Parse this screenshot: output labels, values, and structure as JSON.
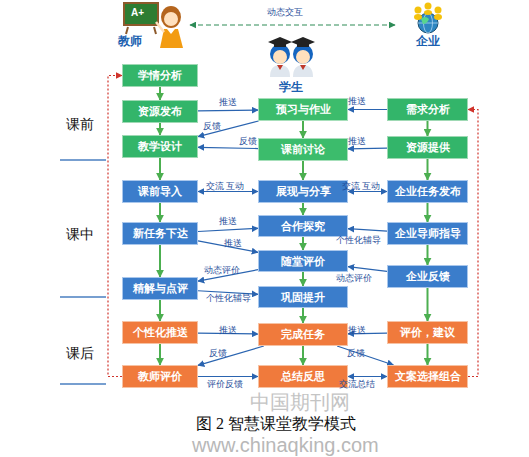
{
  "diagram": {
    "caption": "图 2 智慧课堂教学模式",
    "nodes": [
      {
        "text": [
          "教师"
        ]
      },
      {
        "text": [
          "企业"
        ]
      },
      {
        "text": [
          "学生"
        ]
      },
      {
        "text": [
          "学情分析"
        ]
      },
      {
        "text": [
          "资源发布"
        ]
      },
      {
        "text": [
          "预习与作业"
        ]
      },
      {
        "text": [
          "需求分析"
        ]
      },
      {
        "text": [
          "教学设计"
        ]
      },
      {
        "text": [
          "课前讨论"
        ]
      },
      {
        "text": [
          "资源提供"
        ]
      },
      {
        "text": [
          "课前导入"
        ]
      },
      {
        "text": [
          "展现与分享"
        ]
      },
      {
        "text": [
          "企业任务发布"
        ]
      },
      {
        "text": [
          "合作探究"
        ]
      },
      {
        "text": [
          "新任务下达"
        ]
      },
      {
        "text": [
          "企业导师指导"
        ]
      },
      {
        "text": [
          "随堂评价"
        ]
      },
      {
        "text": [
          "企业反馈"
        ]
      },
      {
        "text": [
          "精解与点评"
        ]
      },
      {
        "text": [
          "巩固提升"
        ]
      },
      {
        "text": [
          "个性化推送"
        ]
      },
      {
        "text": [
          "完成任务"
        ]
      },
      {
        "text": [
          "评价，建议"
        ]
      },
      {
        "text": [
          "教师评价"
        ]
      },
      {
        "text": [
          "总结反思"
        ]
      },
      {
        "text": [
          "文案选择组合"
        ]
      }
    ],
    "edges": [
      {
        "from": 0,
        "to": 1,
        "arrow": "both",
        "label": "动态交互"
      },
      {
        "from": 3,
        "to": 4,
        "arrow": "to"
      },
      {
        "from": 4,
        "to": 7,
        "arrow": "to"
      },
      {
        "from": 7,
        "to": 10,
        "arrow": "to"
      },
      {
        "from": 10,
        "to": 14,
        "arrow": "to"
      },
      {
        "from": 14,
        "to": 18,
        "arrow": "to"
      },
      {
        "from": 18,
        "to": 20,
        "arrow": "to"
      },
      {
        "from": 20,
        "to": 23,
        "arrow": "to"
      },
      {
        "from": 5,
        "to": 8,
        "arrow": "to"
      },
      {
        "from": 8,
        "to": 11,
        "arrow": "to"
      },
      {
        "from": 11,
        "to": 13,
        "arrow": "to"
      },
      {
        "from": 13,
        "to": 16,
        "arrow": "to"
      },
      {
        "from": 16,
        "to": 19,
        "arrow": "to"
      },
      {
        "from": 19,
        "to": 21,
        "arrow": "to"
      },
      {
        "from": 21,
        "to": 24,
        "arrow": "to"
      },
      {
        "from": 6,
        "to": 9,
        "arrow": "to"
      },
      {
        "from": 9,
        "to": 12,
        "arrow": "to"
      },
      {
        "from": 12,
        "to": 15,
        "arrow": "to"
      },
      {
        "from": 15,
        "to": 17,
        "arrow": "to"
      },
      {
        "from": 17,
        "to": 22,
        "arrow": "to"
      },
      {
        "from": 22,
        "to": 25,
        "arrow": "to"
      },
      {
        "from": 4,
        "to": 5,
        "arrow": "to",
        "label": "推送"
      },
      {
        "from": 6,
        "to": 5,
        "arrow": "to",
        "label": "推送"
      },
      {
        "from": 5,
        "to": 7,
        "arrow": "to",
        "label": "反馈"
      },
      {
        "from": 8,
        "to": 7,
        "arrow": "to",
        "label": "反馈"
      },
      {
        "from": 9,
        "to": 8,
        "arrow": "to",
        "label": "推送"
      },
      {
        "from": 10,
        "to": 11,
        "arrow": "both",
        "label": "交流 互动"
      },
      {
        "from": 11,
        "to": 12,
        "arrow": "both",
        "label": "交流 互动"
      },
      {
        "from": 14,
        "to": 13,
        "arrow": "to",
        "label": "推送"
      },
      {
        "from": 14,
        "to": 16,
        "arrow": "to",
        "label": "推送"
      },
      {
        "from": 15,
        "to": 13,
        "arrow": "to",
        "label": "个性化辅导"
      },
      {
        "from": 16,
        "to": 18,
        "arrow": "to",
        "label": "动态评价"
      },
      {
        "from": 18,
        "to": 19,
        "arrow": "to",
        "label": "个性化辅导"
      },
      {
        "from": 17,
        "to": 16,
        "arrow": "to",
        "label": "动态评价"
      },
      {
        "from": 20,
        "to": 21,
        "arrow": "to",
        "label": "推送"
      },
      {
        "from": 22,
        "to": 21,
        "arrow": "to",
        "label": "推送"
      },
      {
        "from": 21,
        "to": 23,
        "arrow": "to",
        "label": "反馈"
      },
      {
        "from": 23,
        "to": 24,
        "arrow": "to",
        "label": "评价反馈"
      },
      {
        "from": 21,
        "to": 25,
        "arrow": "to",
        "label": "反馈"
      },
      {
        "from": 24,
        "to": 25,
        "arrow": "both",
        "label": "交流总结"
      },
      {
        "from": 23,
        "to": 3,
        "arrow": "to"
      },
      {
        "from": 25,
        "to": 6,
        "arrow": "to"
      }
    ],
    "labels": [
      "A+",
      "课前",
      "课中",
      "课后",
      "中国期刊网",
      "www.chinaqking.com"
    ]
  }
}
